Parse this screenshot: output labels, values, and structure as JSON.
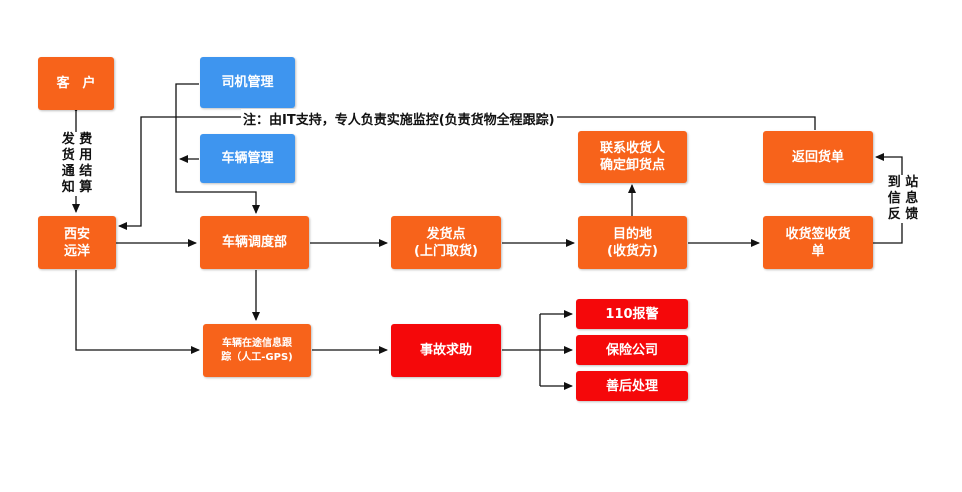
{
  "nodes": {
    "customer": "客　户",
    "xian": "西安\n远洋",
    "driver_mgmt": "司机管理",
    "vehicle_mgmt": "车辆管理",
    "dispatch": "车辆调度部",
    "shipping_point": "发货点\n(上门取货)",
    "destination": "目的地\n(收货方)",
    "sign_receipt": "收货签收货\n单",
    "contact_receiver": "联系收货人\n确定卸货点",
    "return_waybill": "返回货单",
    "tracking": "车辆在途信息跟\n踪（人工-GPS)",
    "accident_help": "事故求助",
    "police_110": "110报警",
    "insurance": "保险公司",
    "aftermath": "善后处理"
  },
  "labels": {
    "customer_xian": "发 费\n货 用\n通 结\n知 算",
    "station_feedback": "到 站\n信 息\n反 馈",
    "note": "注：由IT支持，专人负责实施监控(负责货物全程跟踪)"
  },
  "colors": {
    "orange": "#f7631b",
    "blue": "#3e95ef",
    "red": "#f5080a",
    "line": "#111111"
  }
}
